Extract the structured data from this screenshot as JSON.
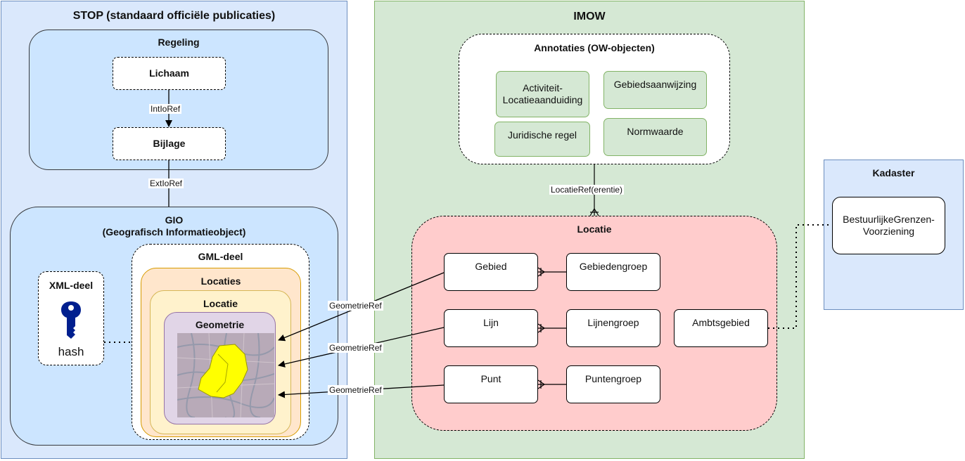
{
  "stop": {
    "title": "STOP (standaard officiële publicaties)",
    "regeling": {
      "title": "Regeling",
      "lichaam": "Lichaam",
      "bijlage": "Bijlage",
      "intioref": "IntIoRef"
    },
    "extioref": "ExtIoRef",
    "gio": {
      "title_line1": "GIO",
      "title_line2": "(Geografisch Informatieobject)",
      "xml_deel": {
        "title": "XML-deel",
        "hash": "hash",
        "icon": "key-icon"
      },
      "gml_deel": {
        "title": "GML-deel",
        "locaties": "Locaties",
        "locatie": "Locatie",
        "geometrie": "Geometrie"
      }
    }
  },
  "imow": {
    "title": "IMOW",
    "annotaties": {
      "title": "Annotaties (OW-objecten)",
      "items": {
        "activiteit_line1": "Activiteit-",
        "activiteit_line2": "Locatieaanduiding",
        "gebiedsaanwijzing": "Gebiedsaanwijzing",
        "juridische_regel": "Juridische regel",
        "normwaarde": "Normwaarde"
      }
    },
    "locatieref": "LocatieRef(erentie)",
    "locatie": {
      "title": "Locatie",
      "gebied": "Gebied",
      "gebiedengroep": "Gebiedengroep",
      "lijn": "Lijn",
      "lijnengroep": "Lijnengroep",
      "punt": "Punt",
      "puntengroep": "Puntengroep",
      "ambtsgebied": "Ambtsgebied"
    },
    "geometrieref": "GeometrieRef"
  },
  "kadaster": {
    "title": "Kadaster",
    "service_line1": "BestuurlijkeGrenzen-",
    "service_line2": "Voorziening"
  },
  "colors": {
    "stop_bg": "#dae8fc",
    "stop_border": "#6c8ebf",
    "regeling_bg": "#cce5ff",
    "imow_bg": "#d5e8d4",
    "imow_border": "#82b366",
    "locatie_bg": "#ffcccc",
    "locaties_bg": "#ffe6cc",
    "locatie_inner_bg": "#fff2cc",
    "geometrie_bg": "#e1d5e7",
    "key": "#001f8f",
    "map_area": "#ffff00"
  }
}
